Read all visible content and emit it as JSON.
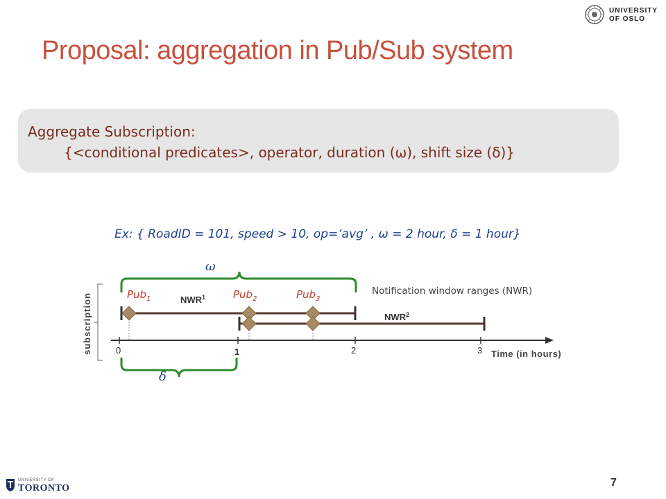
{
  "header": {
    "logo_line1": "UNIVERSITY",
    "logo_line2": "OF OSLO",
    "title": "Proposal: aggregation in Pub/Sub system"
  },
  "aggregate_box": {
    "line1": "Aggregate Subscription:",
    "line2": "{<conditional predicates>, operator, duration (ω), shift size (δ)}"
  },
  "example": "Ex: { RoadID = 101, speed > 10, op=‘avg’ , ω = 2 hour, δ = 1 hour}",
  "diagram": {
    "omega_label": "ω",
    "delta_label": "δ",
    "pubs": [
      {
        "name": "Pub",
        "sub": "1"
      },
      {
        "name": "Pub",
        "sub": "2"
      },
      {
        "name": "Pub",
        "sub": "3"
      }
    ],
    "nwr1": {
      "name": "NWR",
      "sup": "1"
    },
    "nwr2": {
      "name": "NWR",
      "sup": "2"
    },
    "nwr_description": "Notification window ranges (NWR)",
    "y_axis_label": "subscription",
    "x_axis_label": "Time (in hours)",
    "ticks": [
      "0",
      "1",
      "2",
      "3"
    ],
    "colors": {
      "pub_label": "#c0392b",
      "brace": "#2e8b2e",
      "diamond": "#a88a63",
      "axis": "#333333"
    }
  },
  "footer": {
    "page_number": "7",
    "uoft_small": "UNIVERSITY OF",
    "uoft_big": "TORONTO"
  }
}
